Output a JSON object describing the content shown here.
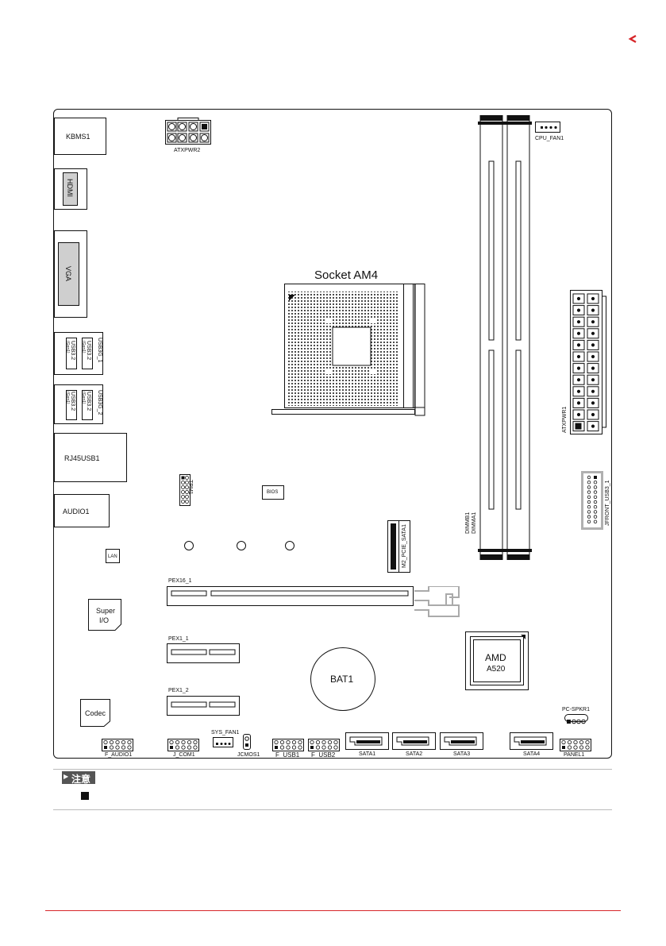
{
  "page": {
    "back_icon": "back-chevron-icon",
    "accent_color": "#d7262a"
  },
  "board": {
    "io": {
      "kbms": "KBMS1",
      "hdmi": "HDMI",
      "vga": "VGA",
      "usb_a_port_label": "USB3.2",
      "usb_a_sub": "(Gen1)",
      "usb_a_group": "USB3G_1",
      "usb_b_port_label": "USB3.2",
      "usb_b_sub": "(Gen1)",
      "usb_b_group": "USB3G_2",
      "rj45": "RJ45USB1",
      "audio": "AUDIO1"
    },
    "atxpwr2": "ATXPWR2",
    "cpu_fan": "CPU_FAN1",
    "socket": "Socket AM4",
    "dimm_a": "DIMMA1",
    "dimm_b": "DIMMB1",
    "atxpwr1": "ATXPWR1",
    "jfront": "JFRONT_USB3_1",
    "tpm": "TPM1",
    "bios": "BIOS",
    "lan": "LAN",
    "m2": "M2_PCIE_SATA1",
    "pex16": "PEX16_1",
    "pex1_1": "PEX1_1",
    "pex1_2": "PEX1_2",
    "super_io_1": "Super",
    "super_io_2": "I/O",
    "bat": "BAT1",
    "chipset_brand": "AMD",
    "chipset_model": "A520",
    "codec": "Codec",
    "pc_spkr": "PC-SPKR1",
    "sys_fan": "SYS_FAN1",
    "f_audio": "F_AUDIO1",
    "j_com": "J_COM1",
    "jcmos": "JCMOS1",
    "f_usb1": "F_USB1",
    "f_usb2": "F_USB2",
    "sata1": "SATA1",
    "sata2": "SATA2",
    "sata3": "SATA3",
    "sata4": "SATA4",
    "panel": "PANEL1"
  },
  "note": {
    "title": "注意",
    "bullet_icon": "square-bullet-icon"
  }
}
